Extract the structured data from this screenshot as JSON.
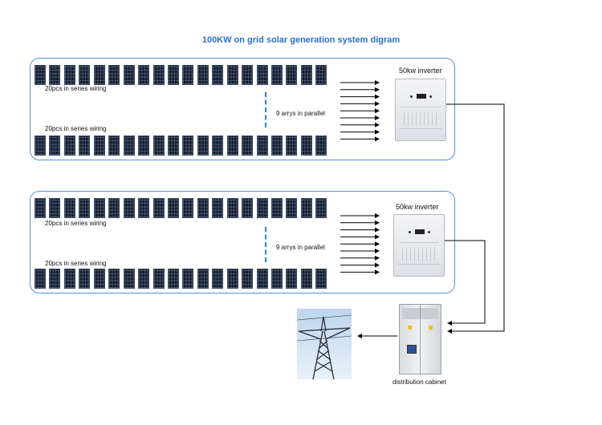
{
  "title": "100KW on grid solar generation system digram",
  "groups": [
    {
      "top_label": "20pcs in series wiring",
      "bottom_label": "20pcs in series wiring",
      "parallel_label": "9 arrys in parallel",
      "inverter_label": "50kw inverter"
    },
    {
      "top_label": "20pcs in series wiring",
      "bottom_label": "20pcs in series wiring",
      "parallel_label": "9 arrys in parallel",
      "inverter_label": "50kw inverter"
    }
  ],
  "cabinet_label": "distribution cabinet",
  "colors": {
    "title": "#2a6fc9",
    "border": "#5b8fd6",
    "dash": "#2f7fd0"
  }
}
